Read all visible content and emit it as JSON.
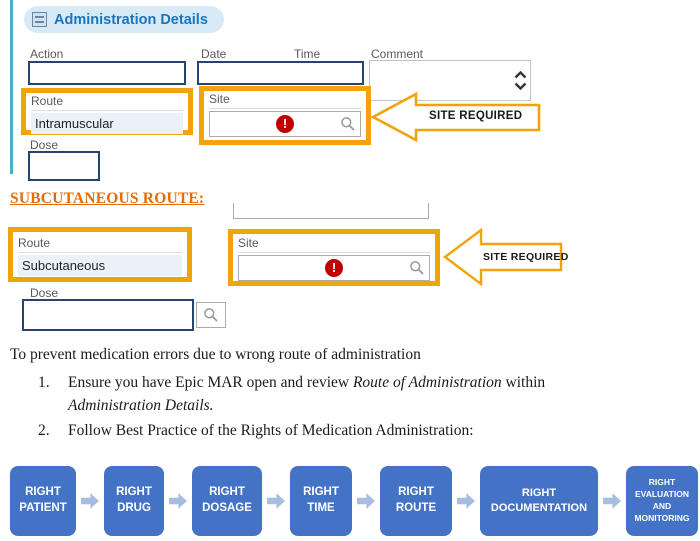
{
  "colors": {
    "highlight_orange": "#f0a30a",
    "epic_blue": "#1b75bc",
    "alert_red": "#c00000",
    "heading_orange": "#e36c0a",
    "flow_box_blue": "#4472c4",
    "flow_arrow_blue": "#a8bee0",
    "teal_accent": "#45b2c6"
  },
  "admin_panel": {
    "title": "Administration Details",
    "action_label": "Action",
    "action_value": "",
    "date_label": "Date",
    "time_label": "Time",
    "datetime_value": "",
    "comment_label": "Comment",
    "comment_value": "",
    "route_label": "Route",
    "route_value": "Intramuscular",
    "site_label": "Site",
    "site_value": "",
    "dose_label": "Dose",
    "dose_value": "",
    "callout": "SITE REQUIRED"
  },
  "subcutaneous_section": {
    "heading": "SUBCUTANEOUS ROUTE:",
    "route_label": "Route",
    "route_value": "Subcutaneous",
    "site_label": "Site",
    "site_value": "",
    "dose_label": "Dose",
    "dose_value": "",
    "callout": "SITE REQUIRED"
  },
  "body_text": {
    "intro": "To prevent medication errors due to wrong route of administration",
    "item1_num": "1.",
    "item1_pre": "Ensure you have Epic MAR open and review ",
    "item1_italic": "Route of Administration",
    "item1_post": " within",
    "item1_line2_italic": "Administration Details.",
    "item2_num": "2.",
    "item2_text": "Follow Best Practice of the Rights of Medication Administration:"
  },
  "flowchart": {
    "steps": [
      "RIGHT PATIENT",
      "RIGHT DRUG",
      "RIGHT DOSAGE",
      "RIGHT TIME",
      "RIGHT ROUTE",
      "RIGHT DOCUMENTATION",
      "RIGHT EVALUATION AND MONITORING"
    ]
  }
}
